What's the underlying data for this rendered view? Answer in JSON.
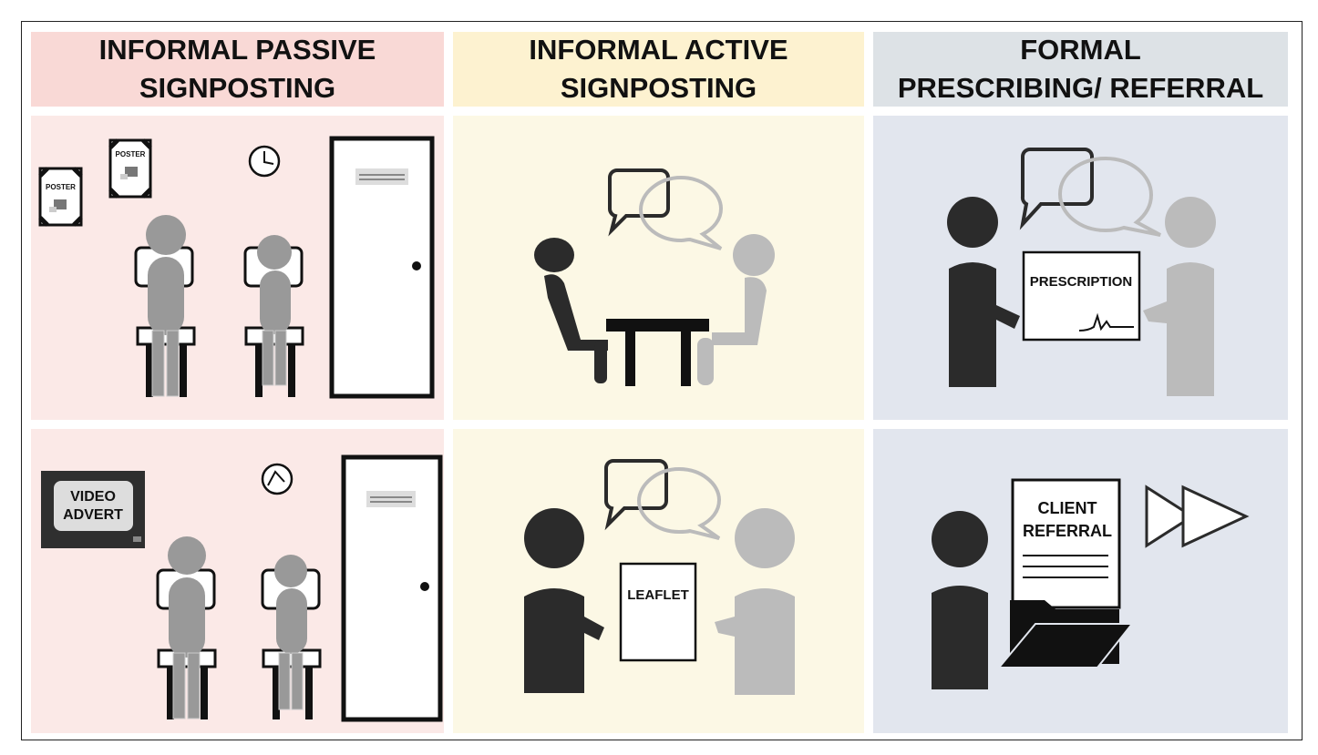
{
  "columns": [
    {
      "line1": "INFORMAL PASSIVE",
      "line2": "SIGNPOSTING"
    },
    {
      "line1": "INFORMAL ACTIVE",
      "line2": "SIGNPOSTING"
    },
    {
      "line1": "FORMAL",
      "line2": "PRESCRIBING/ REFERRAL"
    }
  ],
  "labels": {
    "poster": "POSTER",
    "video_line1": "VIDEO",
    "video_line2": "ADVERT",
    "leaflet": "LEAFLET",
    "prescription": "PRESCRIPTION",
    "referral_line1": "CLIENT",
    "referral_line2": "REFERRAL"
  },
  "colors": {
    "passive_header": "#f9d9d6",
    "passive_panel": "#fbe9e7",
    "active_header": "#fdf2d0",
    "active_panel": "#fcf8e5",
    "formal_header": "#dde2e6",
    "formal_panel": "#e2e6ee",
    "dark_figure": "#2b2b2b",
    "light_figure": "#b7b7b7",
    "mid_figure": "#999999"
  }
}
